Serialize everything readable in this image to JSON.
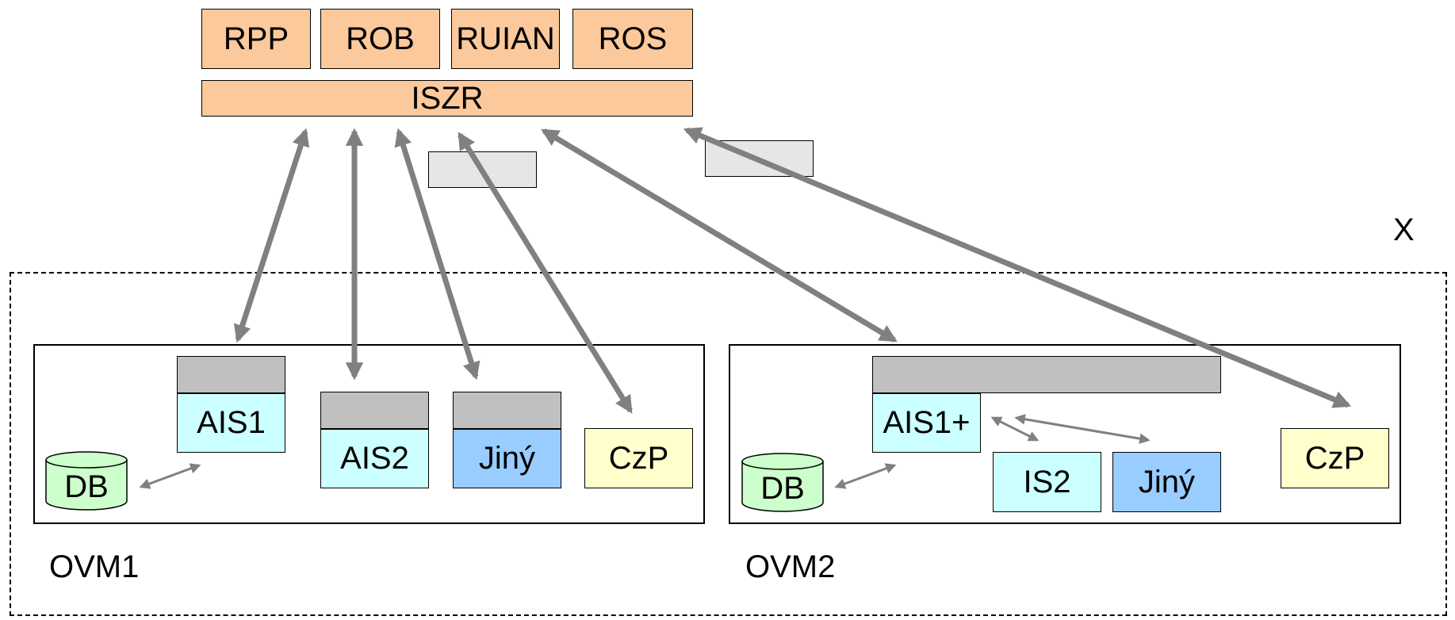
{
  "registers": {
    "rpp": "RPP",
    "rob": "ROB",
    "ruian": "RUIAN",
    "ros": "ROS",
    "iszr": "ISZR"
  },
  "x_label": "X",
  "ovm1": {
    "label": "OVM1",
    "ais1": "AIS1",
    "ais2": "AIS2",
    "jiny": "Jiný",
    "czp": "CzP",
    "db": "DB"
  },
  "ovm2": {
    "label": "OVM2",
    "ais1plus": "AIS1+",
    "is2": "IS2",
    "jiny": "Jiný",
    "czp": "CzP",
    "db": "DB"
  },
  "colors": {
    "register": "#fbc99b",
    "gateway": "#c0c0c0",
    "intermediary": "#e6e6e6",
    "ais": "#ccffff",
    "other": "#99ccff",
    "czp": "#ffffcc",
    "db": "#ccffcc",
    "arrow": "#808080"
  }
}
